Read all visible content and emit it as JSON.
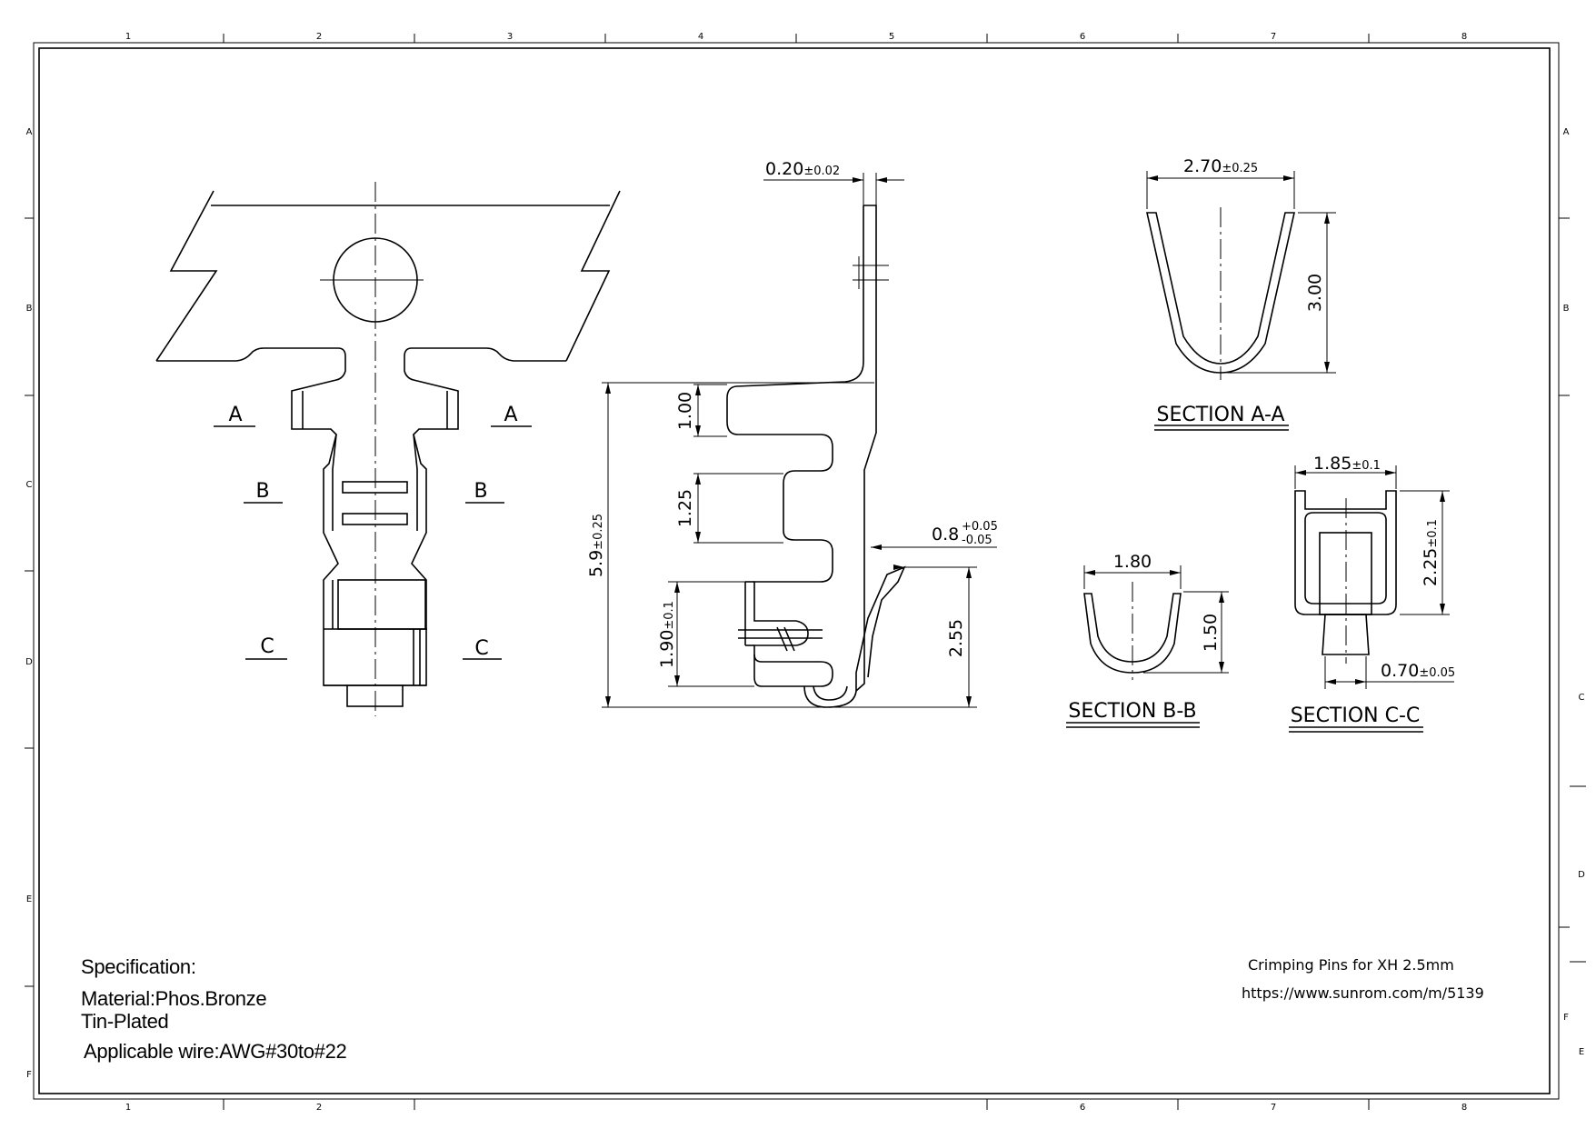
{
  "frame": {
    "columns_top": [
      "1",
      "2",
      "3",
      "4",
      "5",
      "6",
      "7",
      "8"
    ],
    "columns_bottom": [
      "1",
      "2",
      "6",
      "7",
      "8"
    ],
    "rows_left": [
      "A",
      "B",
      "C",
      "D",
      "E",
      "F"
    ],
    "rows_right_outer": [
      "A",
      "B"
    ],
    "rows_right_lower": [
      "C",
      "D",
      "F",
      "E"
    ]
  },
  "views": {
    "front": {
      "section_marks": [
        "A",
        "A",
        "B",
        "B",
        "C",
        "C"
      ]
    },
    "side": {
      "thickness": "0.20",
      "thickness_tol": "±0.02",
      "height_1": "1.00",
      "height_2": "1.25",
      "total": "5.9",
      "total_tol": "±0.25",
      "lower": "1.90",
      "lower_tol": "±0.1",
      "lance": "0.8",
      "lance_tol_plus": "+0.05",
      "lance_tol_minus": "-0.05",
      "bottom_height": "2.55"
    },
    "section_aa": {
      "title": "SECTION A-A",
      "width": "2.70",
      "width_tol": "±0.25",
      "height": "3.00"
    },
    "section_bb": {
      "title": "SECTION B-B",
      "width": "1.80",
      "height": "1.50"
    },
    "section_cc": {
      "title": "SECTION C-C",
      "width": "1.85",
      "width_tol": "±0.1",
      "height": "2.25",
      "height_tol": "±0.1",
      "bottom": "0.70",
      "bottom_tol": "±0.05"
    }
  },
  "specification": {
    "heading": "Specification:",
    "material": "Material:Phos.Bronze",
    "finish": "Tin-Plated",
    "wire": "Applicable wire:AWG#30to#22"
  },
  "title_block": {
    "product": "Crimping Pins for XH 2.5mm",
    "url": "https://www.sunrom.com/m/5139"
  }
}
